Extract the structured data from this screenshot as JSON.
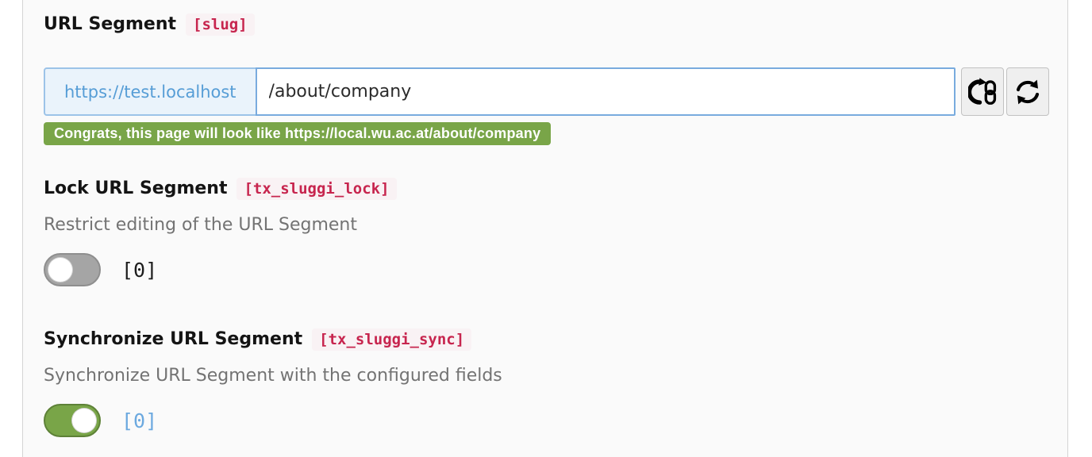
{
  "colors": {
    "success_green": "#79a548",
    "code_red": "#c7254e",
    "link_blue": "#569dd6",
    "value_blue": "#6ca9df",
    "desc_gray": "#737373",
    "toggle_off_gray": "#a5a5a5"
  },
  "slug_field": {
    "label": "URL Segment",
    "code": "[slug]",
    "prefix": "https://test.localhost",
    "value": "/about/company",
    "buttons": {
      "link_icon": "eye-chain-icon",
      "refresh_icon": "refresh-icon"
    },
    "message": "Congrats, this page will look like https://local.wu.ac.at/about/company"
  },
  "lock_field": {
    "label": "Lock URL Segment",
    "code": "[tx_sluggi_lock]",
    "description": "Restrict editing of the URL Segment",
    "toggle_state": "off",
    "value_label": "[0]"
  },
  "sync_field": {
    "label": "Synchronize URL Segment",
    "code": "[tx_sluggi_sync]",
    "description": "Synchronize URL Segment with the configured fields",
    "toggle_state": "on",
    "value_label": "[0]"
  }
}
